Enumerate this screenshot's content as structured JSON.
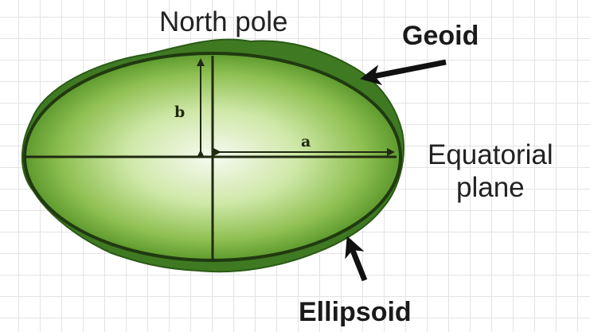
{
  "labels": {
    "north_pole": "North pole",
    "geoid": "Geoid",
    "equatorial_line1": "Equatorial",
    "equatorial_line2": "plane",
    "ellipsoid": "Ellipsoid",
    "semi_minor_axis": "b",
    "semi_major_axis": "a"
  },
  "colors": {
    "geoid_fill": "#3f7a22",
    "ellipsoid_center": "#f6faf2",
    "ellipsoid_mid": "#a9d26e",
    "ellipsoid_edge": "#5e9a2e",
    "outline": "#203a10",
    "arrow": "#111111",
    "grid": "#e3e3e3"
  }
}
